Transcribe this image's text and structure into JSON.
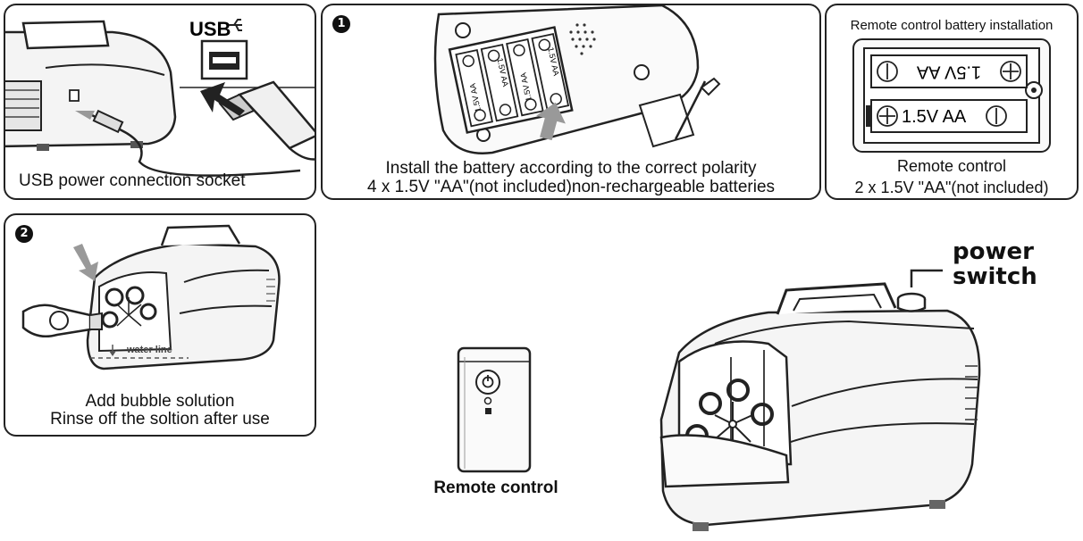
{
  "panel_usb": {
    "usb_label": "USB",
    "caption": "USB power connection socket"
  },
  "panel_battery": {
    "step": "1",
    "caption_line1": "Install the battery according to the correct polarity",
    "caption_line2": "4 x 1.5V \"AA\"(not included)non-rechargeable batteries",
    "cell_label": "1.5V AA"
  },
  "panel_remote_battery": {
    "title": "Remote control battery installation",
    "battery_top_label": "1.5V AA",
    "battery_bottom_label": "1.5V AA",
    "caption_line1": "Remote control",
    "caption_line2": "2 x 1.5V \"AA\"(not included)"
  },
  "panel_solution": {
    "step": "2",
    "water_line": "water line",
    "caption_line1": "Add bubble solution",
    "caption_line2": "Rinse off the soltion after use"
  },
  "remote": {
    "label": "Remote control"
  },
  "machine": {
    "power_switch_line1": "power",
    "power_switch_line2": "switch"
  }
}
